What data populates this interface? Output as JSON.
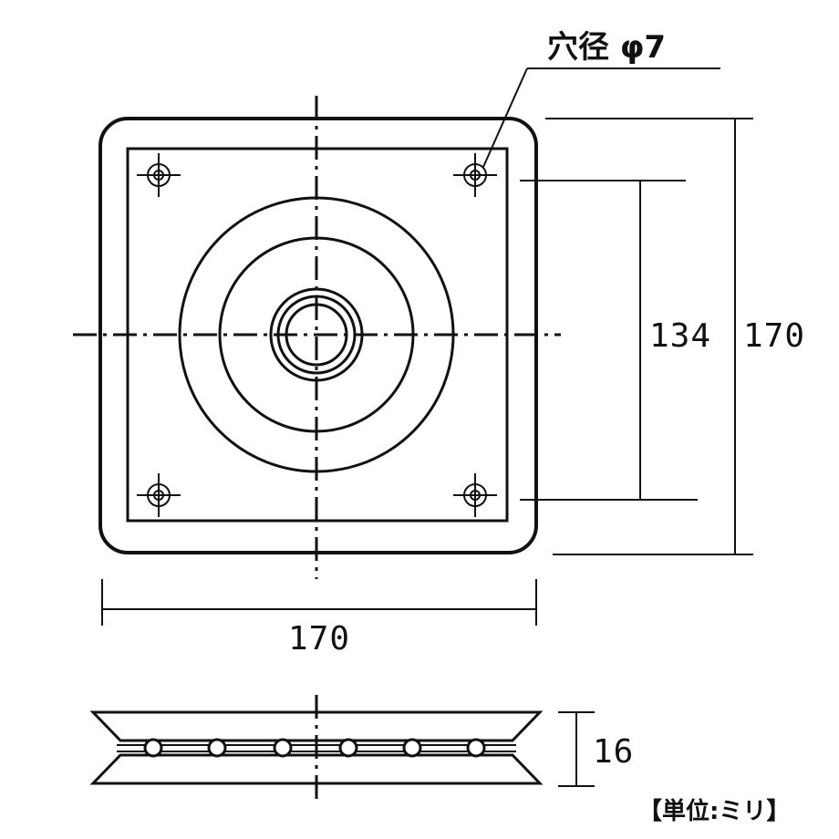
{
  "drawing": {
    "hole_note": "穴径 φ7",
    "dim_height_outer": "170",
    "dim_hole_pitch": "134",
    "dim_width": "170",
    "dim_thickness": "16",
    "unit_label": "【単位:ミリ】"
  }
}
